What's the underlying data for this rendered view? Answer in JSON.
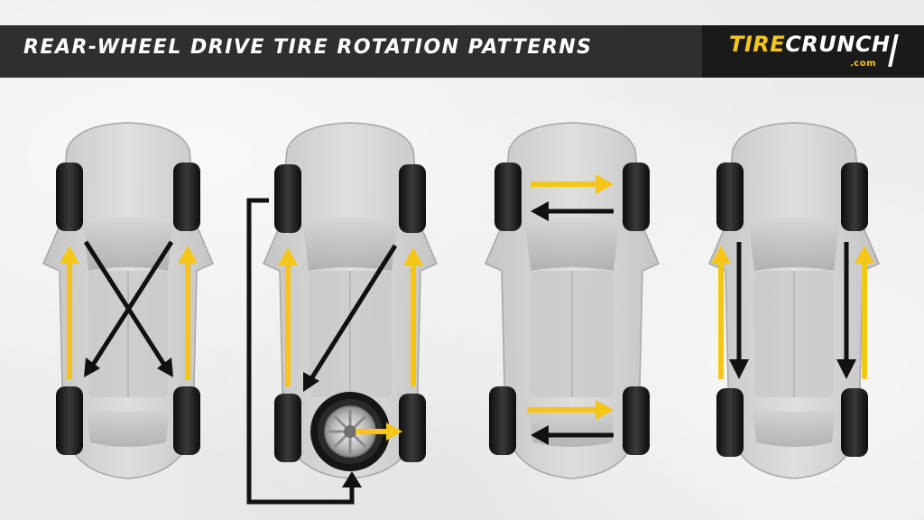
{
  "header": {
    "title": "Rear-Wheel Drive Tire Rotation Patterns",
    "logo_tire": "TIRE",
    "logo_crunch": "CRUNCH",
    "logo_domain": ".com"
  },
  "colors": {
    "header_bg": "#2f2f2f",
    "logo_bg": "#1a1a1a",
    "accent_yellow": "#f5c518",
    "arrow_black": "#111111",
    "tire": "#1b1b1b"
  },
  "patterns": [
    {
      "name": "rearward-cross",
      "front_to_rear": "crossed",
      "rear_to_front": "straight",
      "spare": false
    },
    {
      "name": "five-tire-rearward-cross",
      "front_to_rear": "one-crossed",
      "rear_to_front": "straight",
      "spare": true
    },
    {
      "name": "side-to-side",
      "front_to_rear": "none",
      "rear_to_front": "none",
      "spare": false
    },
    {
      "name": "front-to-rear",
      "front_to_rear": "straight",
      "rear_to_front": "straight",
      "spare": false
    }
  ],
  "icons": [
    "car-top-view-icon",
    "tire-icon",
    "spare-wheel-icon",
    "arrow-icon"
  ]
}
